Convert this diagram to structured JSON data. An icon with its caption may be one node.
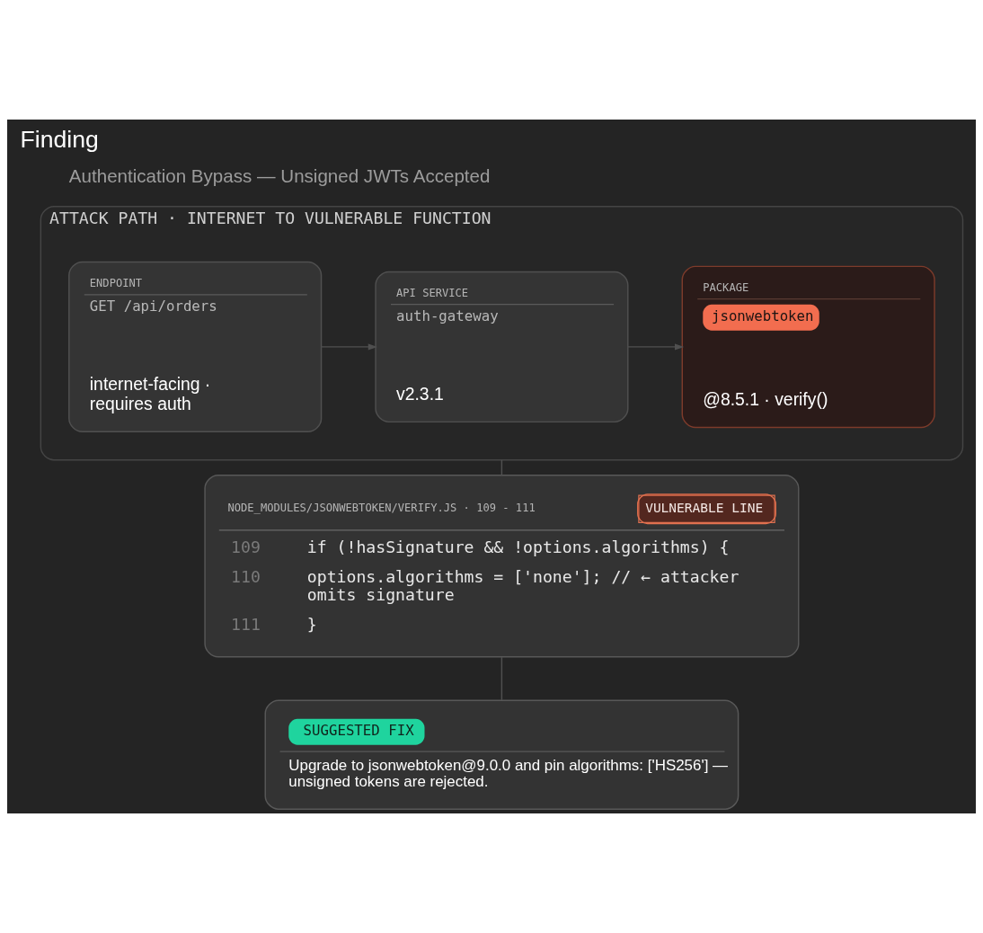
{
  "diagram": {
    "title": "Finding",
    "nodes": [
      {
        "text": [
          "ATTACK PATH · INTERNET TO VULNERABLE FUNCTION"
        ]
      },
      {
        "text": [
          "ENDPOINT",
          "GET /api/orders",
          "internet-facing · requires auth"
        ],
        "in": 0
      },
      {
        "text": [
          "API SERVICE",
          "auth-gateway",
          "v2.3.1"
        ],
        "in": 0
      },
      {
        "text": [
          "PACKAGE",
          "jsonwebtoken",
          "@8.5.1 · verify()"
        ],
        "in": 0
      },
      {
        "text": [
          "NODE_MODULES/JSONWEBTOKEN/VERIFY.JS · 109 - 111",
          "VULNERABLE LINE",
          "109",
          "if (!hasSignature && !options.algorithms) {",
          "110",
          "options.algorithms = ['none']; // ← attacker omits signature",
          "111",
          "}"
        ]
      },
      {
        "text": [
          "SUGGESTED FIX",
          "Upgrade to jsonwebtoken@9.0.0 and pin algorithms: ['HS256'] — unsigned tokens are rejected."
        ]
      }
    ],
    "edges": [
      {
        "from": 1,
        "to": 2,
        "arrow": "to"
      },
      {
        "from": 2,
        "to": 3,
        "arrow": "to"
      },
      {
        "from": 0,
        "to": 4,
        "arrow": "none"
      },
      {
        "from": 4,
        "to": 5,
        "arrow": "none"
      }
    ],
    "labels": [
      "Authentication Bypass — Unsigned JWTs Accepted"
    ]
  }
}
